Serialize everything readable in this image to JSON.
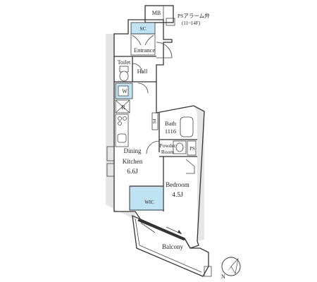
{
  "rooms": {
    "mb": "MB",
    "ps_alarm": "PSアラーム弁",
    "ps_alarm_floors": "(11~14F)",
    "sc": "SC",
    "entrance": "Entrance",
    "toilet": "Toilet",
    "hall": "Hall",
    "w": "W",
    "r": "R",
    "ps_left": "PS",
    "bath": "Bath",
    "bath_size": "1116",
    "powder_line1": "Powder",
    "powder_line2": "Room",
    "ps_right": "PS",
    "dining": "Dining",
    "kitchen": "Kitchen",
    "kitchen_size": "6.6J",
    "bedroom": "Bedroom",
    "bedroom_size": "4.5J",
    "wic": "WIC",
    "balcony": "Balcony"
  },
  "compass": {
    "label": "N",
    "icon": "north-arrow-icon"
  },
  "colors": {
    "highlight_blue": "#bfe3f2",
    "wall": "#333333",
    "shade": "#e6e6e6"
  }
}
